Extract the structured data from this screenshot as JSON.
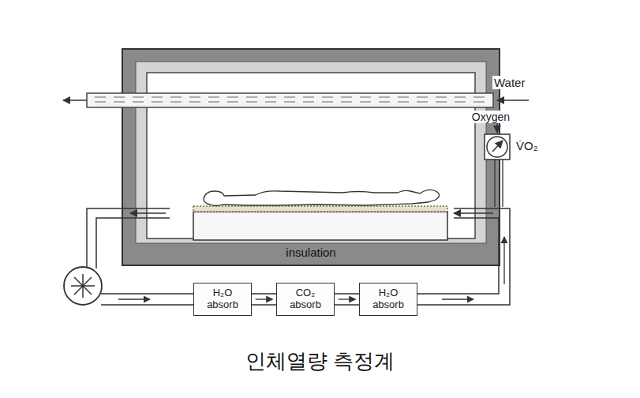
{
  "diagram": {
    "caption": "인체열량 측정계",
    "nodes": [
      {
        "text": [
          "H₂O absorb"
        ]
      },
      {
        "text": [
          "CO₂ absorb"
        ]
      },
      {
        "text": [
          "H₂O absorb"
        ]
      }
    ],
    "edges": [
      {
        "from": 0,
        "to": 1,
        "arrow": "to"
      },
      {
        "from": 1,
        "to": 2,
        "arrow": "to"
      }
    ],
    "labels": [
      "Water",
      "Oxygen",
      "V̇O₂",
      "insulation"
    ]
  }
}
